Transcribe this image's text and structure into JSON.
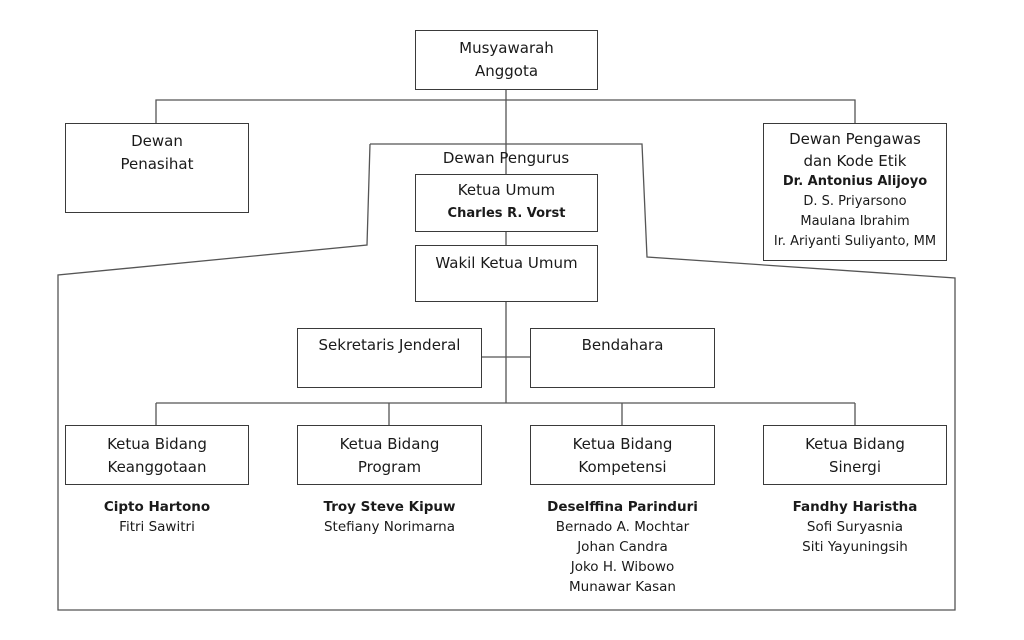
{
  "musyawarah": {
    "line1": "Musyawarah",
    "line2": "Anggota"
  },
  "penasihat": {
    "line1": "Dewan",
    "line2": "Penasihat"
  },
  "pengawas": {
    "line1": "Dewan Pengawas",
    "line2": "dan Kode Etik",
    "chair": "Dr. Antonius Alijoyo",
    "members": [
      "D. S. Priyarsono",
      "Maulana Ibrahim",
      "Ir. Ariyanti Suliyanto, MM"
    ]
  },
  "pengurus": {
    "label": "Dewan Pengurus"
  },
  "ketua_umum": {
    "title": "Ketua Umum",
    "name": "Charles R. Vorst"
  },
  "wakil": {
    "title": "Wakil Ketua Umum"
  },
  "sekjen": {
    "title": "Sekretaris Jenderal"
  },
  "bendahara": {
    "title": "Bendahara"
  },
  "bidang": [
    {
      "line1": "Ketua Bidang",
      "line2": "Keanggotaan",
      "chair": "Cipto Hartono",
      "members": [
        "Fitri Sawitri"
      ]
    },
    {
      "line1": "Ketua Bidang",
      "line2": "Program",
      "chair": "Troy Steve Kipuw",
      "members": [
        "Stefiany Norimarna"
      ]
    },
    {
      "line1": "Ketua Bidang",
      "line2": "Kompetensi",
      "chair": "Deselffina Parinduri",
      "members": [
        "Bernado A. Mochtar",
        "Johan Candra",
        "Joko H. Wibowo",
        "Munawar Kasan"
      ]
    },
    {
      "line1": "Ketua Bidang",
      "line2": "Sinergi",
      "chair": "Fandhy Haristha",
      "members": [
        "Sofi Suryasnia",
        "Siti Yayuningsih"
      ]
    }
  ]
}
